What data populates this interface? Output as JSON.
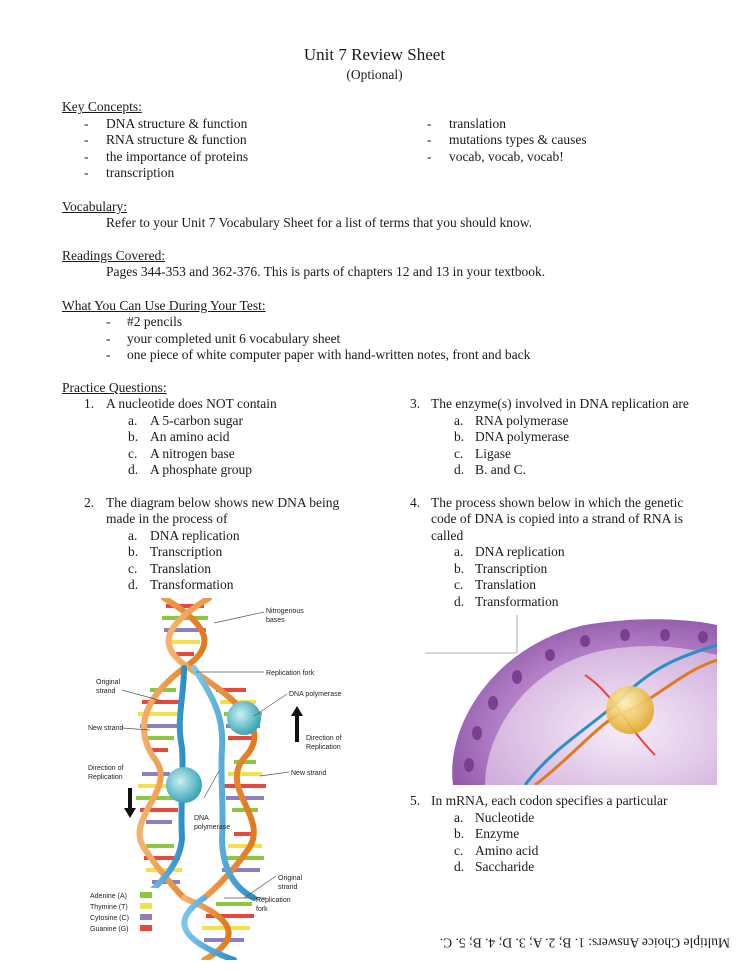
{
  "title": "Unit 7 Review Sheet",
  "subtitle": "(Optional)",
  "key_concepts": {
    "heading": "Key Concepts:",
    "left": [
      "DNA structure & function",
      "RNA structure & function",
      "the importance of proteins",
      "transcription"
    ],
    "right": [
      "translation",
      "mutations types & causes",
      "vocab, vocab, vocab!"
    ]
  },
  "vocabulary": {
    "heading": "Vocabulary:",
    "text": "Refer to your Unit 7 Vocabulary Sheet for a list of terms that you should know."
  },
  "readings": {
    "heading": "Readings Covered:",
    "text": "Pages 344-353 and 362-376.  This is parts of chapters 12 and 13 in your textbook."
  },
  "test_use": {
    "heading": "What You Can Use During Your Test:",
    "items": [
      "#2 pencils",
      "your completed unit 6 vocabulary sheet",
      "one piece of white computer paper with hand-written notes, front and back"
    ]
  },
  "practice": {
    "heading": "Practice Questions:",
    "questions": [
      {
        "num": "1.",
        "lines": [
          "A nucleotide does NOT contain"
        ],
        "options": [
          "A 5-carbon sugar",
          "An amino acid",
          "A nitrogen base",
          "A phosphate group"
        ]
      },
      {
        "num": "2.",
        "lines": [
          "The diagram below shows new DNA being",
          "made in the process of"
        ],
        "options": [
          "DNA replication",
          "Transcription",
          "Translation",
          "Transformation"
        ]
      },
      {
        "num": "3.",
        "lines": [
          "The enzyme(s) involved in DNA replication are"
        ],
        "options": [
          "RNA polymerase",
          "DNA polymerase",
          "Ligase",
          "B. and C."
        ]
      },
      {
        "num": "4.",
        "lines": [
          "The process shown below in which the genetic",
          "code of DNA is copied into a strand of RNA is",
          "called"
        ],
        "options": [
          "DNA replication",
          "Transcription",
          "Translation",
          "Transformation"
        ]
      },
      {
        "num": "5.",
        "lines": [
          "In mRNA, each codon specifies a particular"
        ],
        "options": [
          "Nucleotide",
          "Enzyme",
          "Amino acid",
          "Saccharide"
        ]
      }
    ],
    "letters": [
      "a.",
      "b.",
      "c.",
      "d."
    ]
  },
  "diagram": {
    "labels": {
      "nitrogenous_bases": [
        "Nitrogenous",
        "bases"
      ],
      "replication_fork_top": "Replication fork",
      "original_strand_left": [
        "Original",
        "strand"
      ],
      "dna_polymerase_top": "DNA polymerase",
      "new_strand_left": "New strand",
      "direction_right": [
        "Direction of",
        "Replication"
      ],
      "direction_left": [
        "Direction of",
        "Replication"
      ],
      "new_strand_right": "New strand",
      "dna_polymerase_bottom": [
        "DNA",
        "polymerase"
      ],
      "original_strand_right": [
        "Original",
        "strand"
      ],
      "replication_fork_bottom": [
        "Replication",
        "fork"
      ]
    },
    "legend": [
      {
        "name": "Adenine (A)",
        "color": "#8dc63f"
      },
      {
        "name": "Thymine (T)",
        "color": "#f4e04d"
      },
      {
        "name": "Cytosine (C)",
        "color": "#8c7fc0"
      },
      {
        "name": "Guanine (G)",
        "color": "#e8473e"
      }
    ]
  },
  "answers": "Multiple Choice Answers:  1. B;  2. A;  3. D;  4. B;  5. C."
}
